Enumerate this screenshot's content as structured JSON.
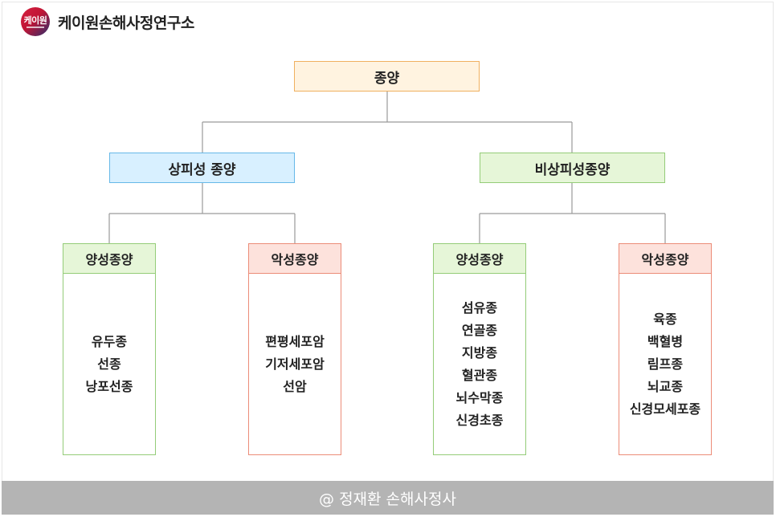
{
  "brand": {
    "logo_text": "케이원",
    "name": "케이원손해사정연구소"
  },
  "diagram": {
    "root": "종양",
    "branches": [
      {
        "label": "상피성 종양",
        "groups": [
          {
            "label": "양성종양",
            "items": [
              "유두종",
              "선종",
              "낭포선종"
            ]
          },
          {
            "label": "악성종양",
            "items": [
              "편평세포암",
              "기저세포암",
              "선암"
            ]
          }
        ]
      },
      {
        "label": "비상피성종양",
        "groups": [
          {
            "label": "양성종양",
            "items": [
              "섬유종",
              "연골종",
              "지방종",
              "혈관종",
              "뇌수막종",
              "신경초종"
            ]
          },
          {
            "label": "악성종양",
            "items": [
              "육종",
              "백혈병",
              "림프종",
              "뇌교종",
              "신경모세포종"
            ]
          }
        ]
      }
    ]
  },
  "colors": {
    "benign_fill": "#e6f6d8",
    "benign_border": "#94cc78",
    "malignant_fill": "#fde2dc",
    "malignant_border": "#ec8c78",
    "root_fill": "#fff3e0",
    "epithelial_fill": "#d8f0ff"
  },
  "footer": {
    "text": "@ 정재환 손해사정사"
  }
}
